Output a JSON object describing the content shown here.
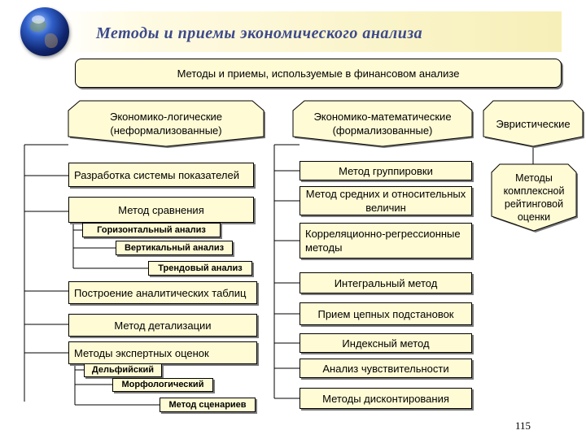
{
  "title": "Методы и приемы экономического анализа",
  "top_box": "Методы и приемы, используемые в финансовом анализе",
  "columns": {
    "logical": {
      "header": "Экономико-логические (неформализованные)",
      "items": [
        "Разработка системы показателей",
        "Метод сравнения",
        "Горизонтальный анализ",
        "Вертикальный анализ",
        "Трендовый анализ",
        "Построение аналитических таблиц",
        "Метод детализации",
        "Методы экспертных оценок",
        "Дельфийский",
        "Морфологический",
        "Метод сценариев"
      ]
    },
    "mathematical": {
      "header": "Экономико-математические (формализованные)",
      "items": [
        "Метод группировки",
        "Метод средних и относительных величин",
        "Корреляционно-регрессионные методы",
        "Интегральный метод",
        "Прием цепных подстановок",
        "Индексный метод",
        "Анализ чувствительности",
        "Методы дисконтирования"
      ]
    },
    "heuristic": {
      "header": "Эвристические",
      "items": [
        "Методы комплексной рейтинговой оценки"
      ]
    }
  },
  "page_number": "115",
  "colors": {
    "box_fill": "#fffbd5",
    "title": "#3d4a8a",
    "banner": "#f7efb8"
  }
}
